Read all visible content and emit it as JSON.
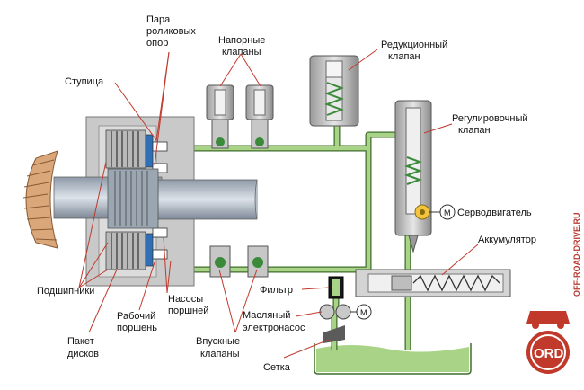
{
  "labels": {
    "roller_pair": [
      "Пара",
      "роликовых",
      "опор"
    ],
    "pressure_valves": [
      "Напорные",
      "клапаны"
    ],
    "reduction_valve": [
      "Редукционный",
      "клапан"
    ],
    "hub": "Ступица",
    "regulating_valve": [
      "Регулировочный",
      "клапан"
    ],
    "servomotor": "Серводвигатель",
    "motor_symbol": "M",
    "accumulator": "Аккумулятор",
    "bearings": "Подшипники",
    "working_piston": [
      "Рабочий",
      "поршень"
    ],
    "piston_pumps": [
      "Насосы",
      "поршней"
    ],
    "filter": "Фильтр",
    "oil_pump": [
      "Масляный",
      "электронасос"
    ],
    "disc_pack": [
      "Пакет",
      "дисков"
    ],
    "intake_valves": [
      "Впускные",
      "клапаны"
    ],
    "strainer": "Сетка"
  },
  "watermark": {
    "logo_text": "ORD",
    "site": "OFF-ROAD-DRIVE.RU"
  },
  "colors": {
    "oil_line": "#a9d487",
    "oil_line_dark": "#3f6e2c",
    "housing": "#c9c9c9",
    "gear": "#d9a77a",
    "valve_spring": "#3a8a3a",
    "watermark": "#c0392b"
  }
}
